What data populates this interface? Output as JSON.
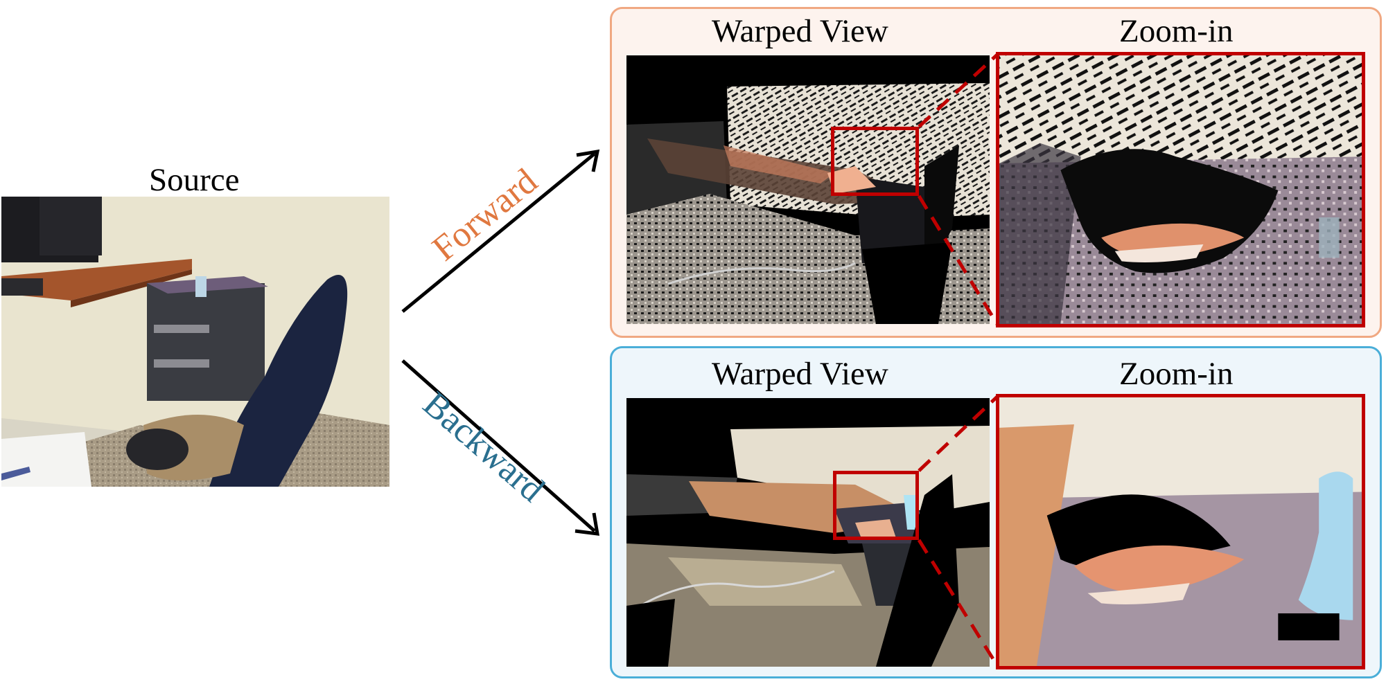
{
  "source": {
    "label": "Source"
  },
  "arrows": {
    "forward": {
      "label": "Forward",
      "color": "#e07840"
    },
    "backward": {
      "label": "Backward",
      "color": "#2a6f8f"
    }
  },
  "forward_panel": {
    "warped_label": "Warped View",
    "zoom_label": "Zoom-in",
    "border_color": "#f0a882",
    "background_color": "#fdf3ee"
  },
  "backward_panel": {
    "warped_label": "Warped View",
    "zoom_label": "Zoom-in",
    "border_color": "#4aaed8",
    "background_color": "#eef6fb"
  },
  "highlight_color": "#c00000"
}
